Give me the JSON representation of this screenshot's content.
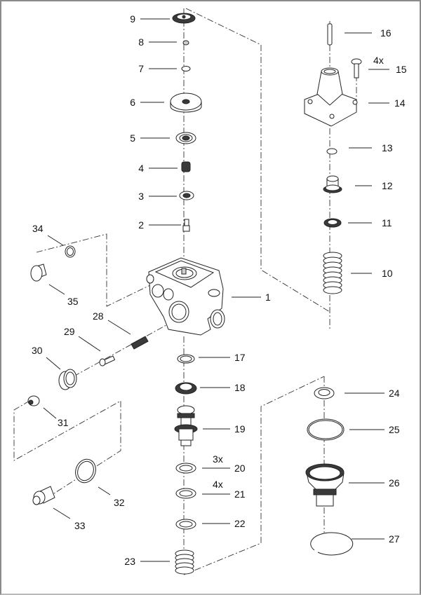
{
  "diagram": {
    "type": "exploded-parts-view",
    "callouts": [
      {
        "number": "1",
        "qty": ""
      },
      {
        "number": "2",
        "qty": ""
      },
      {
        "number": "3",
        "qty": ""
      },
      {
        "number": "4",
        "qty": ""
      },
      {
        "number": "5",
        "qty": ""
      },
      {
        "number": "6",
        "qty": ""
      },
      {
        "number": "7",
        "qty": ""
      },
      {
        "number": "8",
        "qty": ""
      },
      {
        "number": "9",
        "qty": ""
      },
      {
        "number": "10",
        "qty": ""
      },
      {
        "number": "11",
        "qty": ""
      },
      {
        "number": "12",
        "qty": ""
      },
      {
        "number": "13",
        "qty": ""
      },
      {
        "number": "14",
        "qty": ""
      },
      {
        "number": "15",
        "qty": "4x"
      },
      {
        "number": "16",
        "qty": ""
      },
      {
        "number": "17",
        "qty": ""
      },
      {
        "number": "18",
        "qty": ""
      },
      {
        "number": "19",
        "qty": ""
      },
      {
        "number": "20",
        "qty": "3x"
      },
      {
        "number": "21",
        "qty": "4x"
      },
      {
        "number": "22",
        "qty": ""
      },
      {
        "number": "23",
        "qty": ""
      },
      {
        "number": "24",
        "qty": ""
      },
      {
        "number": "25",
        "qty": ""
      },
      {
        "number": "26",
        "qty": ""
      },
      {
        "number": "27",
        "qty": ""
      },
      {
        "number": "28",
        "qty": ""
      },
      {
        "number": "29",
        "qty": ""
      },
      {
        "number": "30",
        "qty": ""
      },
      {
        "number": "31",
        "qty": ""
      },
      {
        "number": "32",
        "qty": ""
      },
      {
        "number": "33",
        "qty": ""
      },
      {
        "number": "34",
        "qty": ""
      },
      {
        "number": "35",
        "qty": ""
      }
    ],
    "parts": {
      "pump_head": "valve-body-icon",
      "cap": "cap-icon",
      "pin": "pin-icon",
      "screw": "screw-icon",
      "spring": "spring-icon",
      "seal": "seal-icon",
      "o_ring": "o-ring-icon",
      "washer": "washer-icon",
      "valve": "valve-icon",
      "plug": "plug-icon",
      "fitting": "fitting-icon",
      "circlip": "circlip-icon"
    }
  }
}
